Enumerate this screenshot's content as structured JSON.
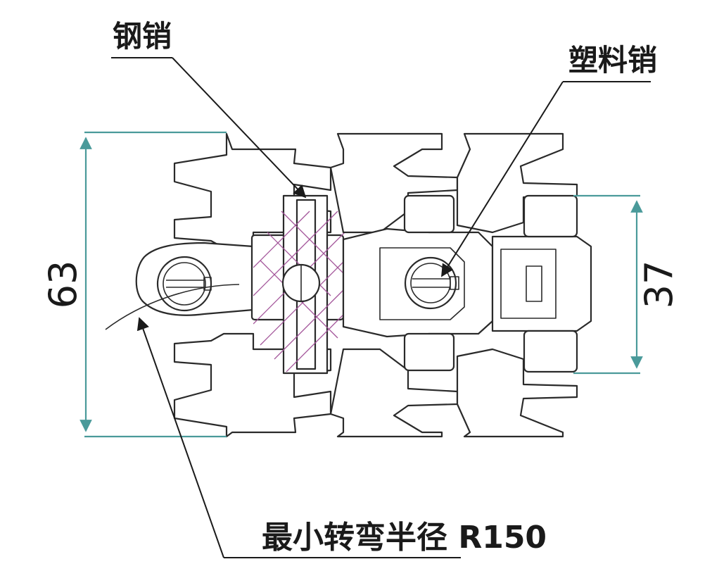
{
  "labels": {
    "steel_pin": "钢销",
    "plastic_pin": "塑料销",
    "min_turning_radius": "最小转弯半径 R150"
  },
  "dimensions": {
    "overall_height": "63",
    "link_width": "37"
  },
  "colors": {
    "dimension_line": "#4a9a9a",
    "hatch": "#a3559a",
    "outline": "#2a2a2a"
  }
}
